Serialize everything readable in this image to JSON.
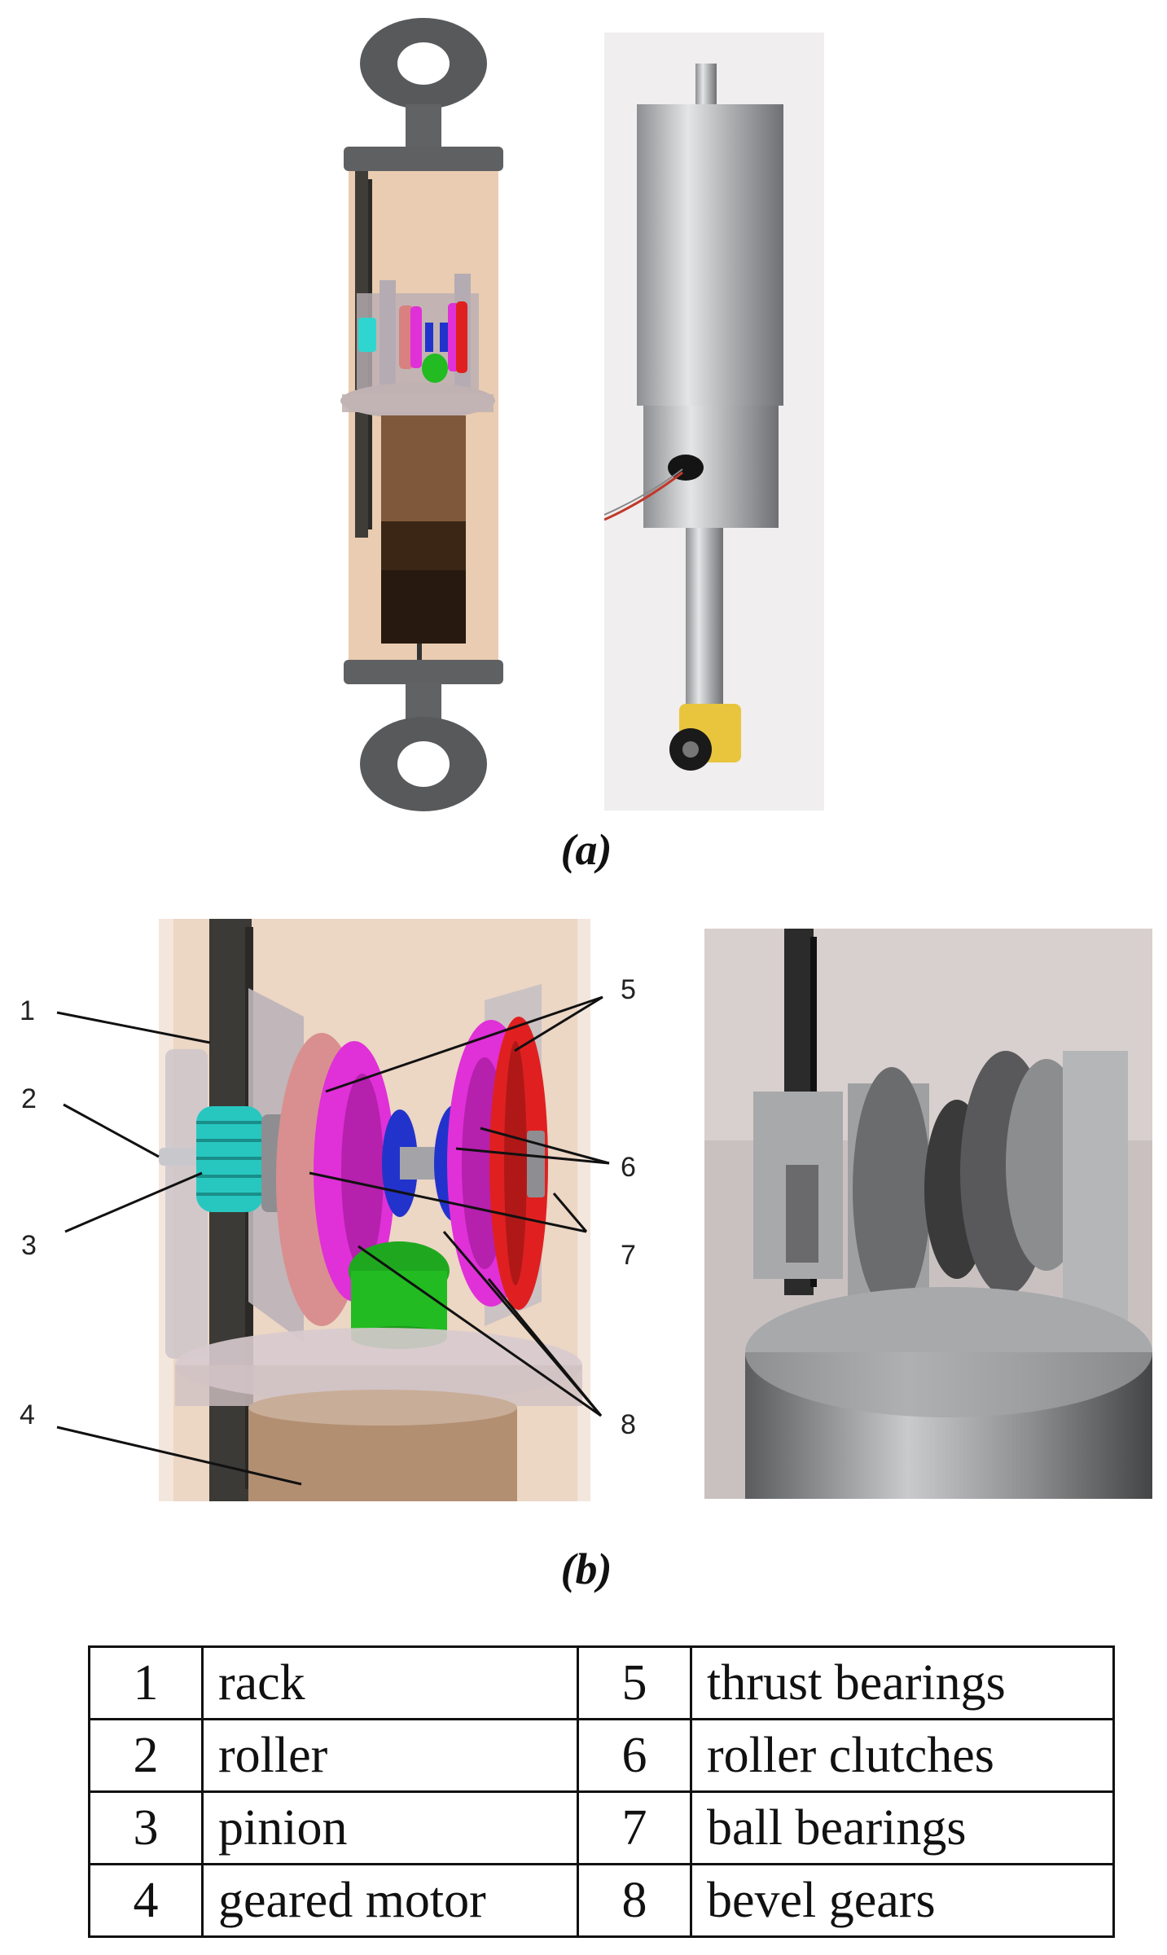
{
  "captions": {
    "a": "(a)",
    "b": "(b)"
  },
  "callouts": [
    "1",
    "2",
    "3",
    "4",
    "5",
    "6",
    "7",
    "8"
  ],
  "legend": {
    "rows": [
      {
        "n1": "1",
        "l1": "rack",
        "n2": "5",
        "l2": "thrust bearings"
      },
      {
        "n1": "2",
        "l1": "roller",
        "n2": "6",
        "l2": "roller clutches"
      },
      {
        "n1": "3",
        "l1": "pinion",
        "n2": "7",
        "l2": "ball bearings"
      },
      {
        "n1": "4",
        "l1": "geared motor",
        "n2": "8",
        "l2": "bevel gears"
      }
    ]
  },
  "colors": {
    "pinion": "#2fd6cf",
    "roller_clutch": "#2233cc",
    "bevel_gear": "#e030d8",
    "thrust_bearing": "#e02020",
    "motor_gear": "#22bb22",
    "housing": "#e8c8aa"
  }
}
